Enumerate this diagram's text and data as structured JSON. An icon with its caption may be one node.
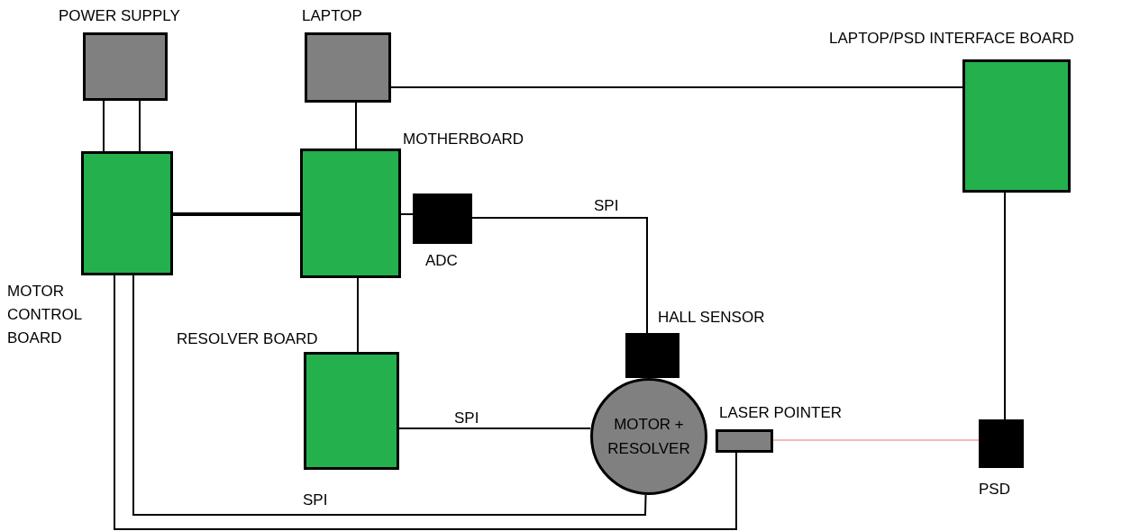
{
  "diagram": {
    "nodes": [
      {
        "text": [
          "POWER SUPPLY"
        ]
      },
      {
        "text": [
          "LAPTOP"
        ]
      },
      {
        "text": [
          "LAPTOP/PSD INTERFACE BOARD"
        ]
      },
      {
        "text": [
          "MOTOR CONTROL BOARD"
        ]
      },
      {
        "text": [
          "MOTHERBOARD"
        ]
      },
      {
        "text": [
          "ADC"
        ]
      },
      {
        "text": [
          "HALL SENSOR"
        ]
      },
      {
        "text": [
          "RESOLVER BOARD"
        ]
      },
      {
        "text": [
          "MOTOR + RESOLVER"
        ]
      },
      {
        "text": [
          "LASER POINTER"
        ]
      },
      {
        "text": [
          "PSD"
        ]
      }
    ],
    "edges": [
      {
        "from": 0,
        "to": 3,
        "arrow": "none"
      },
      {
        "from": 0,
        "to": 3,
        "arrow": "none"
      },
      {
        "from": 1,
        "to": 4,
        "arrow": "none"
      },
      {
        "from": 1,
        "to": 2,
        "arrow": "none"
      },
      {
        "from": 3,
        "to": 4,
        "arrow": "none",
        "style": "thick"
      },
      {
        "from": 4,
        "to": 5,
        "arrow": "none"
      },
      {
        "from": 5,
        "to": 6,
        "arrow": "none",
        "label": "SPI"
      },
      {
        "from": 4,
        "to": 7,
        "arrow": "none"
      },
      {
        "from": 7,
        "to": 8,
        "arrow": "none",
        "label": "SPI"
      },
      {
        "from": 3,
        "to": 8,
        "arrow": "none",
        "label": "SPI"
      },
      {
        "from": 3,
        "to": 9,
        "arrow": "none"
      },
      {
        "from": 9,
        "to": 10,
        "arrow": "none",
        "color": "#f07070"
      },
      {
        "from": 2,
        "to": 10,
        "arrow": "none"
      }
    ]
  }
}
